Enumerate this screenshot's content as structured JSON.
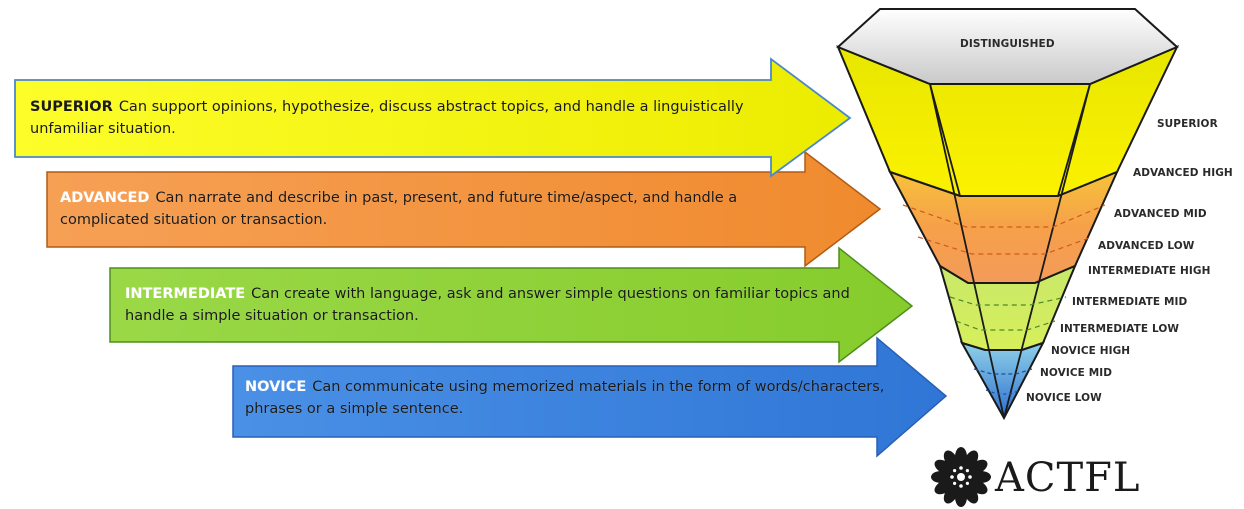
{
  "levels": [
    {
      "name": "SUPERIOR",
      "description": "Can support opinions, hypothesize, discuss abstract topics, and handle a linguistically unfamiliar situation.",
      "color": "#f5f400",
      "name_color": "#1a1a1a"
    },
    {
      "name": "ADVANCED",
      "description": "Can narrate and describe in past, present, and future time/aspect, and handle a complicated situation or transaction.",
      "color": "#f5913c",
      "name_color": "#ffffff"
    },
    {
      "name": "INTERMEDIATE",
      "description": "Can create with language, ask and answer simple questions on familiar topics and handle a simple situation or transaction.",
      "color": "#8fd43a",
      "name_color": "#ffffff"
    },
    {
      "name": "NOVICE",
      "description": "Can communicate using memorized materials in the form of words/characters, phrases or a simple sentence.",
      "color": "#3d85e0",
      "name_color": "#ffffff"
    }
  ],
  "cone": {
    "top_label": "DISTINGUISHED",
    "side_labels": [
      "SUPERIOR",
      "ADVANCED HIGH",
      "ADVANCED MID",
      "ADVANCED LOW",
      "INTERMEDIATE HIGH",
      "INTERMEDIATE MID",
      "INTERMEDIATE LOW",
      "NOVICE HIGH",
      "NOVICE MID",
      "NOVICE LOW"
    ]
  },
  "logo": {
    "text": "ACTFL"
  }
}
